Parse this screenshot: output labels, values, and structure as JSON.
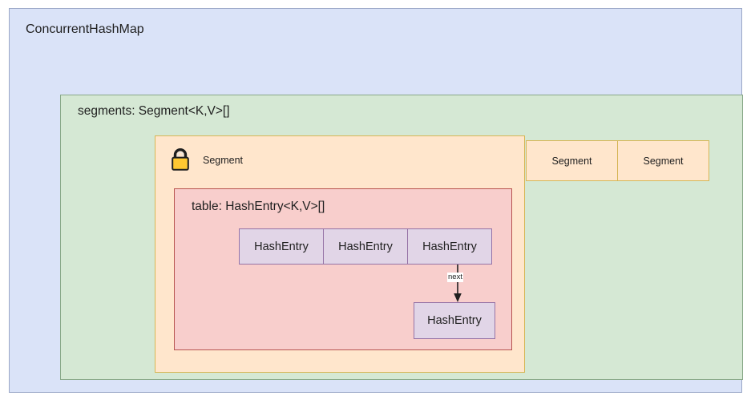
{
  "diagram": {
    "title": "ConcurrentHashMap",
    "colors": {
      "outer_fill": "#dae3f8",
      "outer_stroke": "#9aa7c7",
      "segments_fill": "#d5e8d4",
      "segments_stroke": "#88a888",
      "segment_fill": "#ffe6cc",
      "segment_stroke": "#d6b656",
      "table_fill": "#f8cecc",
      "table_stroke": "#b85450",
      "entry_fill": "#e1d5e7",
      "entry_stroke": "#9673a6",
      "lock_body": "#ffc832",
      "lock_shackle": "#1f1f1f"
    },
    "segments": {
      "label": "segments:  Segment<K,V>[]",
      "main_segment": {
        "label": "Segment",
        "lock_icon": "padlock-icon",
        "table": {
          "label": "table:  HashEntry<K,V>[]",
          "entries": [
            "HashEntry",
            "HashEntry",
            "HashEntry"
          ],
          "linked_entry": "HashEntry",
          "link_label": "next"
        }
      },
      "other_segments": [
        "Segment",
        "Segment"
      ]
    }
  }
}
